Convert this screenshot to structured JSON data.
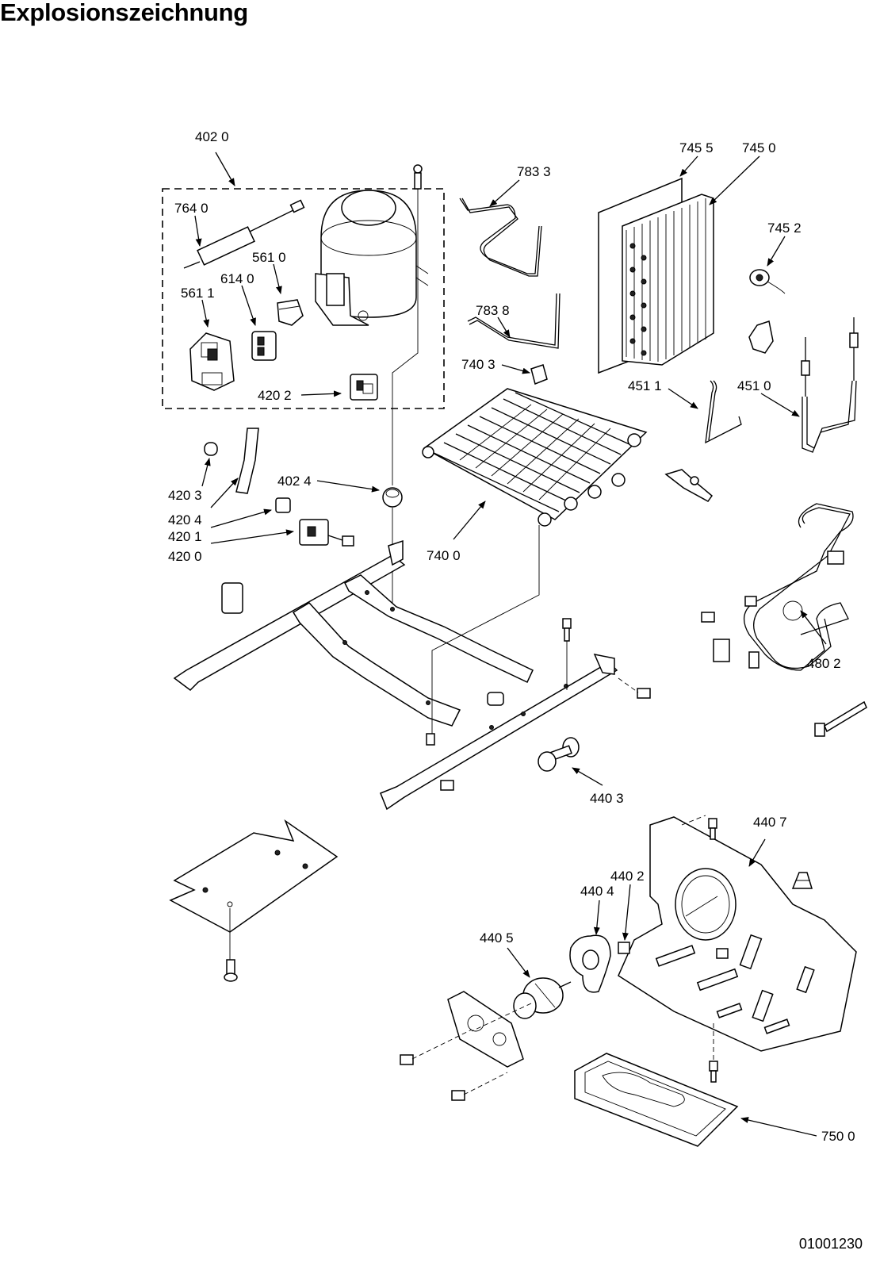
{
  "title": "Explosionszeichnung",
  "document_number": "01001230",
  "callouts": {
    "c4020": "402 0",
    "c7640": "764 0",
    "c5610": "561 0",
    "c6140": "614 0",
    "c5611": "561 1",
    "c4202": "420 2",
    "c7833": "783 3",
    "c7838": "783 8",
    "c7403": "740 3",
    "c7455": "745 5",
    "c7450": "745 0",
    "c7452": "745 2",
    "c4511": "451 1",
    "c4510": "451 0",
    "c4203": "420 3",
    "c4204": "420 4",
    "c4201": "420 1",
    "c4200": "420 0",
    "c4024": "402 4",
    "c7400": "740 0",
    "c4802": "480 2",
    "c4403": "440 3",
    "c4407": "440 7",
    "c4402": "440 2",
    "c4404": "440 4",
    "c4405": "440 5",
    "c7500": "750 0"
  }
}
